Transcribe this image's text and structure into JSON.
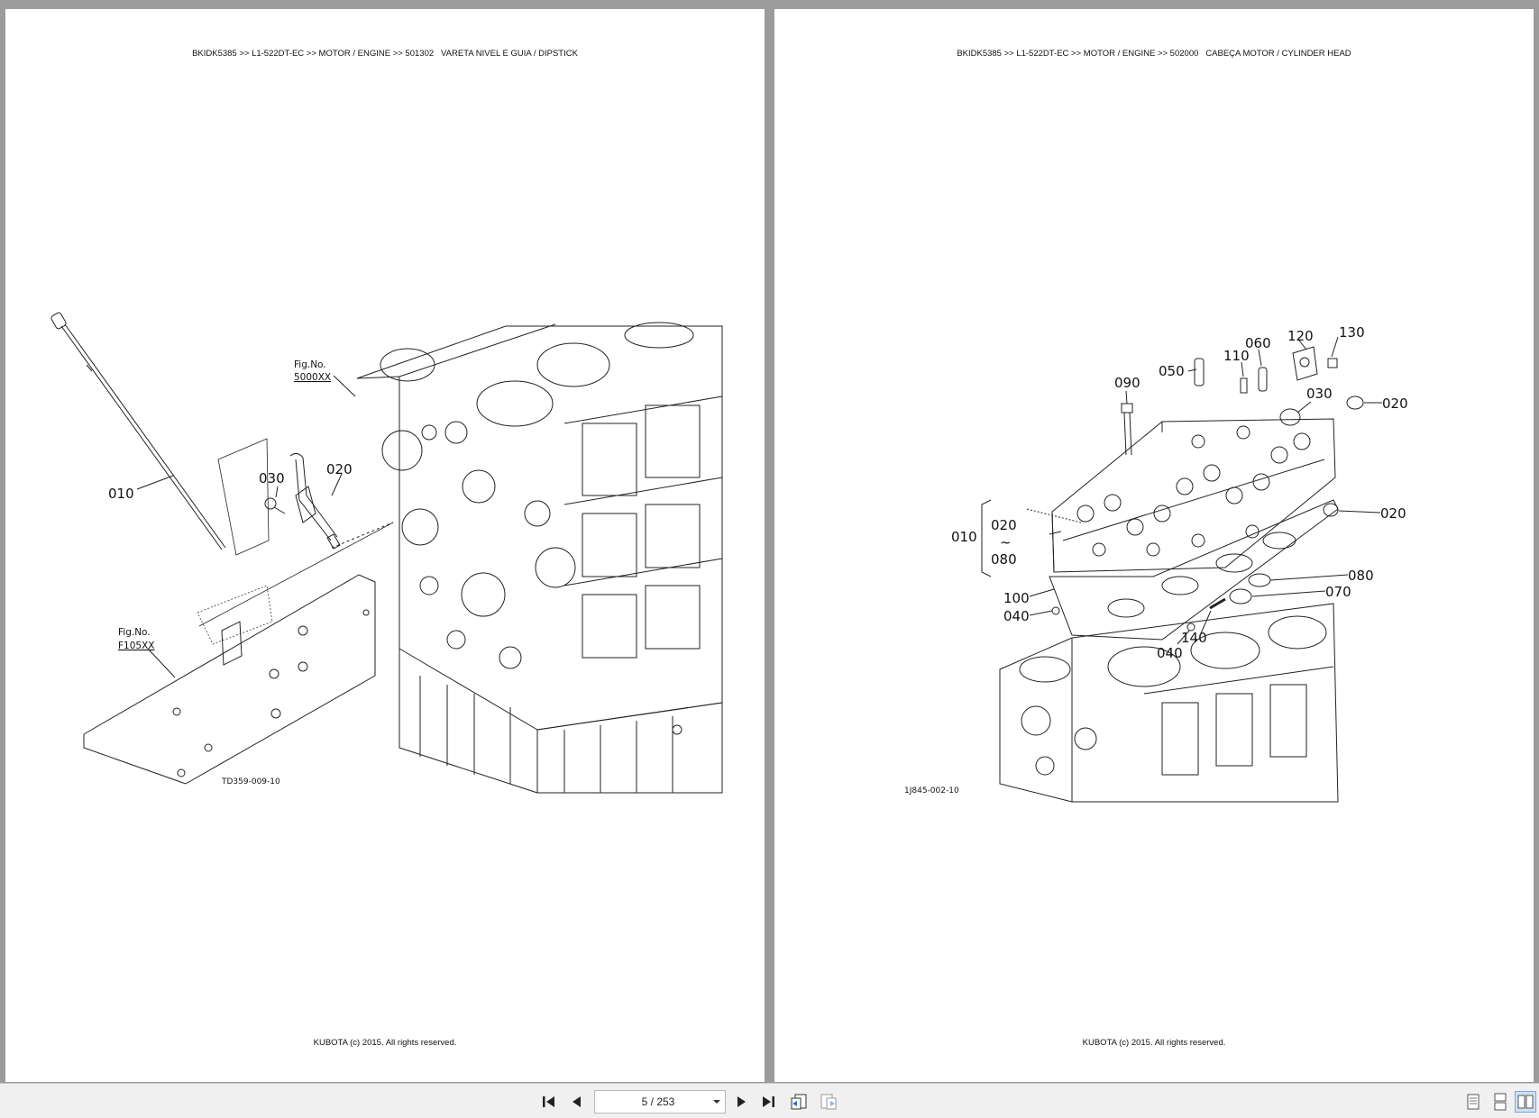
{
  "pages": [
    {
      "header": "BKIDK5385 >> L1-522DT-EC >> MOTOR / ENGINE >> 501302   VARETA NIVEL E GUIA / DIPSTICK",
      "footer": "KUBOTA (c) 2015. All rights reserved.",
      "callouts": {
        "c010": "010",
        "c020": "020",
        "c030": "030"
      },
      "fig1": {
        "label": "Fig.No.",
        "code": "5000XX"
      },
      "fig2": {
        "label": "Fig.No.",
        "code": "F105XX"
      },
      "drawing_ref": "TD359-009-10"
    },
    {
      "header": "BKIDK5385 >> L1-522DT-EC >> MOTOR / ENGINE >> 502000   CABEÇA MOTOR / CYLINDER HEAD",
      "footer": "KUBOTA (c) 2015. All rights reserved.",
      "callouts": {
        "c130": "130",
        "c120": "120",
        "c060": "060",
        "c110": "110",
        "c050": "050",
        "c090": "090",
        "c030": "030",
        "c020a": "020",
        "c020b": "020",
        "c010": "010",
        "c020r": "020",
        "tilde": "~",
        "c080r": "080",
        "c080": "080",
        "c070": "070",
        "c100": "100",
        "c040a": "040",
        "c140": "140",
        "c040b": "040"
      },
      "drawing_ref": "1J845-002-10"
    }
  ],
  "toolbar": {
    "page_indicator": "5 / 253",
    "buttons": [
      "first-page-icon",
      "previous-page-icon",
      "next-page-icon",
      "last-page-icon",
      "previous-view-icon",
      "next-view-icon",
      "single-page-icon",
      "continuous-page-icon",
      "two-page-icon"
    ]
  }
}
